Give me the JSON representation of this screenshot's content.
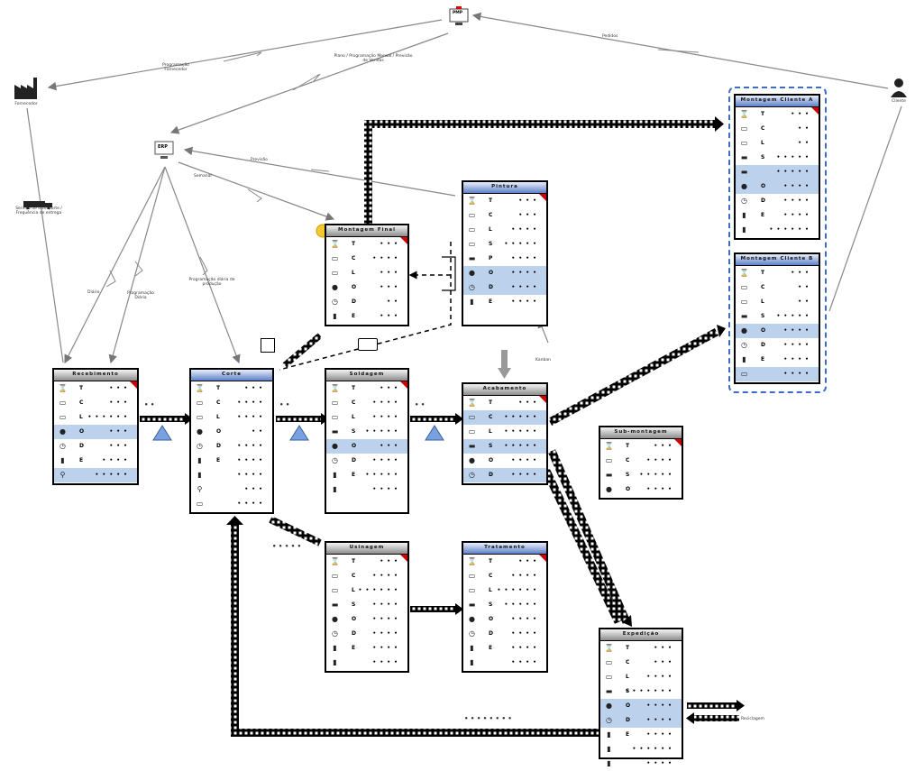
{
  "nodes": {
    "pmp": "PMP",
    "supplier": "Fornecedor",
    "customer": "Cliente",
    "erp": "ERP",
    "transport": "Serviço de transporte / Frequência de entrega"
  },
  "links": {
    "customer_orders": "Pedidos",
    "pmp_to_supplier": "Programação Fornecedor",
    "pmp_to_erp": "Plano / Programação Mensal / Previsão de Vendas",
    "forecast": "Previsão",
    "weekly": "Semanal",
    "daily_orders": "Diário",
    "daily_schedule": "Programação Diária",
    "schedule_board": "Programação diária de produção",
    "kanban": "Kanban"
  },
  "processes": [
    {
      "title": "Recebimento",
      "flag": true,
      "rows": [
        {
          "icon": "⌛",
          "k": "T",
          "v": "• • •"
        },
        {
          "icon": "▭",
          "k": "C",
          "v": "• • •"
        },
        {
          "icon": "▭",
          "k": "L",
          "v": "• • • • • •"
        },
        {
          "icon": "●",
          "k": "O",
          "v": "• • •",
          "hl": true
        },
        {
          "icon": "◷",
          "k": "D",
          "v": "• • •"
        },
        {
          "icon": "▮",
          "k": "E",
          "v": "• • • •"
        },
        {
          "icon": "⚲",
          "k": "",
          "v": "• • • • •",
          "hl": true
        }
      ]
    },
    {
      "title": "Corte",
      "flag": false,
      "rows": [
        {
          "icon": "⌛",
          "k": "T",
          "v": "• • •"
        },
        {
          "icon": "▭",
          "k": "C",
          "v": "• • • •"
        },
        {
          "icon": "▭",
          "k": "L",
          "v": "• • • •"
        },
        {
          "icon": "●",
          "k": "O",
          "v": "• •"
        },
        {
          "icon": "◷",
          "k": "D",
          "v": "• • • •"
        },
        {
          "icon": "▮",
          "k": "E",
          "v": "• • • •"
        },
        {
          "icon": "▮",
          "k": "",
          "v": "• • • •"
        },
        {
          "icon": "⚲",
          "k": "",
          "v": "• • •"
        },
        {
          "icon": "▭",
          "k": "",
          "v": "• • • •"
        }
      ]
    },
    {
      "title": "Soldagem",
      "flag": true,
      "rows": [
        {
          "icon": "⌛",
          "k": "T",
          "v": "• • •"
        },
        {
          "icon": "▭",
          "k": "C",
          "v": "• • • •"
        },
        {
          "icon": "▭",
          "k": "L",
          "v": "• • • •"
        },
        {
          "icon": "▬",
          "k": "S",
          "v": "• • • • •"
        },
        {
          "icon": "●",
          "k": "O",
          "v": "• • •",
          "hl": true
        },
        {
          "icon": "◷",
          "k": "D",
          "v": "• • • •"
        },
        {
          "icon": "▮",
          "k": "E",
          "v": "• • • • •"
        },
        {
          "icon": "▮",
          "k": "",
          "v": "• • • •"
        }
      ]
    },
    {
      "title": "Montagem Final",
      "flag": true,
      "rows": [
        {
          "icon": "⌛",
          "k": "T",
          "v": "• • •"
        },
        {
          "icon": "▭",
          "k": "C",
          "v": "• • • •"
        },
        {
          "icon": "▭",
          "k": "L",
          "v": "• • •"
        },
        {
          "icon": "●",
          "k": "O",
          "v": "• • •"
        },
        {
          "icon": "◷",
          "k": "D",
          "v": "• •"
        },
        {
          "icon": "▮",
          "k": "E",
          "v": "• • •"
        }
      ]
    },
    {
      "title": "Pintura",
      "flag": true,
      "rows": [
        {
          "icon": "⌛",
          "k": "T",
          "v": "• • •"
        },
        {
          "icon": "▭",
          "k": "C",
          "v": "• • •"
        },
        {
          "icon": "▭",
          "k": "L",
          "v": "• • • •"
        },
        {
          "icon": "▭",
          "k": "S",
          "v": "• • • • •"
        },
        {
          "icon": "▬",
          "k": "P",
          "v": "• • • •"
        },
        {
          "icon": "●",
          "k": "O",
          "v": "• • • •",
          "hl": true
        },
        {
          "icon": "◷",
          "k": "D",
          "v": "• • • •",
          "hl": true
        },
        {
          "icon": "▮",
          "k": "E",
          "v": "• • • •"
        }
      ]
    },
    {
      "title": "Acabamento",
      "flag": true,
      "rows": [
        {
          "icon": "⌛",
          "k": "T",
          "v": "• • •"
        },
        {
          "icon": "▭",
          "k": "C",
          "v": "• • • • •",
          "hl": true
        },
        {
          "icon": "▭",
          "k": "L",
          "v": "• • • • •"
        },
        {
          "icon": "▬",
          "k": "S",
          "v": "• • • • •",
          "hl": true
        },
        {
          "icon": "●",
          "k": "O",
          "v": "• • • •"
        },
        {
          "icon": "◷",
          "k": "D",
          "v": "• • • •",
          "hl": true
        }
      ]
    },
    {
      "title": "Usinagem",
      "flag": true,
      "rows": [
        {
          "icon": "⌛",
          "k": "T",
          "v": "• • •"
        },
        {
          "icon": "▭",
          "k": "C",
          "v": "• • • •"
        },
        {
          "icon": "▭",
          "k": "L",
          "v": "• • • • • •"
        },
        {
          "icon": "▬",
          "k": "S",
          "v": "• • • •"
        },
        {
          "icon": "●",
          "k": "O",
          "v": "• • • •"
        },
        {
          "icon": "◷",
          "k": "D",
          "v": "• • • •"
        },
        {
          "icon": "▮",
          "k": "E",
          "v": "• • • •"
        },
        {
          "icon": "▮",
          "k": "",
          "v": "• • • •"
        }
      ]
    },
    {
      "title": "Tratamento",
      "flag": true,
      "rows": [
        {
          "icon": "⌛",
          "k": "T",
          "v": "• • •"
        },
        {
          "icon": "▭",
          "k": "C",
          "v": "• • • •"
        },
        {
          "icon": "▭",
          "k": "L",
          "v": "• • • • • •"
        },
        {
          "icon": "▬",
          "k": "S",
          "v": "• • • • •"
        },
        {
          "icon": "●",
          "k": "O",
          "v": "• • • •"
        },
        {
          "icon": "◷",
          "k": "D",
          "v": "• • • •"
        },
        {
          "icon": "▮",
          "k": "E",
          "v": "• • • •"
        },
        {
          "icon": "▮",
          "k": "",
          "v": "• • • •"
        }
      ]
    },
    {
      "title": "Expedição",
      "flag": false,
      "rows": [
        {
          "icon": "⌛",
          "k": "T",
          "v": "• • •"
        },
        {
          "icon": "▭",
          "k": "C",
          "v": "• • •"
        },
        {
          "icon": "▭",
          "k": "L",
          "v": "• • • •"
        },
        {
          "icon": "▬",
          "k": "S",
          "v": "• • • • • • •"
        },
        {
          "icon": "●",
          "k": "O",
          "v": "• • • •",
          "hl": true
        },
        {
          "icon": "◷",
          "k": "D",
          "v": "• • • •",
          "hl": true
        },
        {
          "icon": "▮",
          "k": "E",
          "v": "• • • •"
        },
        {
          "icon": "▮",
          "k": "",
          "v": "• • • • • •"
        },
        {
          "icon": "▮",
          "k": "",
          "v": "• • • •"
        }
      ]
    },
    {
      "title": "Montagem Cliente A",
      "flag": true,
      "rows": [
        {
          "icon": "⌛",
          "k": "T",
          "v": "• • •"
        },
        {
          "icon": "▭",
          "k": "C",
          "v": "• •"
        },
        {
          "icon": "▭",
          "k": "L",
          "v": "• •"
        },
        {
          "icon": "▬",
          "k": "S",
          "v": "• • • • •"
        },
        {
          "icon": "▬",
          "k": "",
          "v": "• • • • •",
          "hl": true
        },
        {
          "icon": "●",
          "k": "O",
          "v": "• • • •",
          "hl": true
        },
        {
          "icon": "◷",
          "k": "D",
          "v": "• • • •"
        },
        {
          "icon": "▮",
          "k": "E",
          "v": "• • • •"
        },
        {
          "icon": "▮",
          "k": "",
          "v": "• • • • • •"
        }
      ]
    },
    {
      "title": "Montagem Cliente B",
      "flag": false,
      "rows": [
        {
          "icon": "⌛",
          "k": "T",
          "v": "• • •"
        },
        {
          "icon": "▭",
          "k": "C",
          "v": "• •"
        },
        {
          "icon": "▭",
          "k": "L",
          "v": "• •"
        },
        {
          "icon": "▬",
          "k": "S",
          "v": "• • • • •"
        },
        {
          "icon": "●",
          "k": "O",
          "v": "• • • •",
          "hl": true
        },
        {
          "icon": "◷",
          "k": "D",
          "v": "• • • •"
        },
        {
          "icon": "▮",
          "k": "E",
          "v": "• • • •"
        },
        {
          "icon": "▭",
          "k": "",
          "v": "• • • •",
          "hl": true
        }
      ]
    },
    {
      "title": "Sub-montagem",
      "flag": true,
      "rows": [
        {
          "icon": "⌛",
          "k": "T",
          "v": "• • •"
        },
        {
          "icon": "▭",
          "k": "C",
          "v": "• • • •"
        },
        {
          "icon": "▬",
          "k": "S",
          "v": "• • • • •"
        },
        {
          "icon": "●",
          "k": "O",
          "v": "• • • •"
        }
      ]
    }
  ],
  "annotations": {
    "between_1_2": "• •",
    "between_2_3": "• •",
    "between_3_4": "• •",
    "below_corte": "• • • • •",
    "return_path": "• • • • • • • •",
    "external": "Reciclagem"
  }
}
